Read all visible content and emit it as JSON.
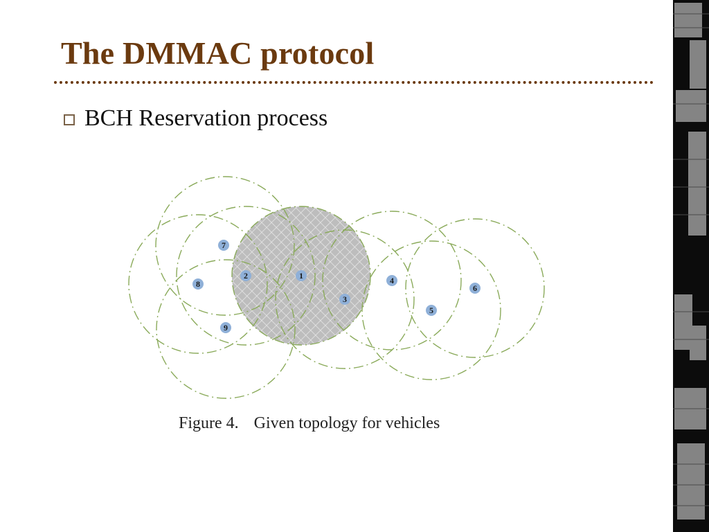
{
  "slide": {
    "title": "The DMMAC protocol",
    "bullet": "BCH Reservation process"
  },
  "figure": {
    "caption_number": "Figure 4.",
    "caption_text": "Given topology for vehicles",
    "node_labels": [
      "1",
      "2",
      "3",
      "4",
      "5",
      "6",
      "7",
      "8",
      "9"
    ]
  },
  "colors": {
    "title": "#6b3a0f",
    "range_circle": "#8aaa5a",
    "reserved_area": "#bdbdbd",
    "node": "#8fb0d8"
  }
}
